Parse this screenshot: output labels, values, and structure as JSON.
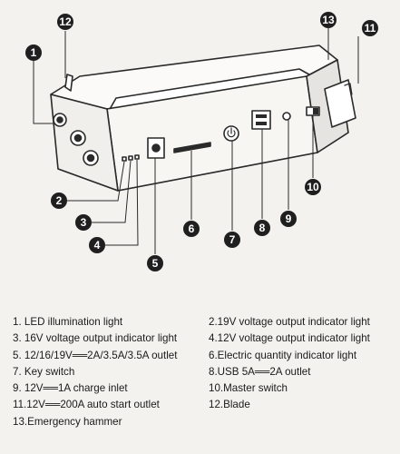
{
  "callouts": [
    {
      "num": "1"
    },
    {
      "num": "2"
    },
    {
      "num": "3"
    },
    {
      "num": "4"
    },
    {
      "num": "5"
    },
    {
      "num": "6"
    },
    {
      "num": "7"
    },
    {
      "num": "8"
    },
    {
      "num": "9"
    },
    {
      "num": "10"
    },
    {
      "num": "11"
    },
    {
      "num": "12"
    },
    {
      "num": "13"
    }
  ],
  "legend": {
    "rows": [
      {
        "left": "1. LED illumination light",
        "right": "2.19V voltage output indicator light"
      },
      {
        "left": "3. 16V voltage output indicator light",
        "right": "4.12V voltage output indicator light"
      },
      {
        "left": "5. 12/16/19V══2A/3.5A/3.5A outlet",
        "right": "6.Electric quantity indicator light"
      },
      {
        "left": "7. Key switch",
        "right": "8.USB 5A══2A outlet"
      },
      {
        "left": "9. 12V══1A charge inlet",
        "right": "10.Master switch"
      },
      {
        "left": "11.12V══200A auto start outlet",
        "right": "12.Blade"
      },
      {
        "left": "13.Emergency hammer",
        "right": ""
      }
    ]
  },
  "colors": {
    "background": "#f4f2ef",
    "line": "#2a2a2a",
    "callout_fill": "#1f1f1f",
    "callout_text": "#ffffff"
  }
}
